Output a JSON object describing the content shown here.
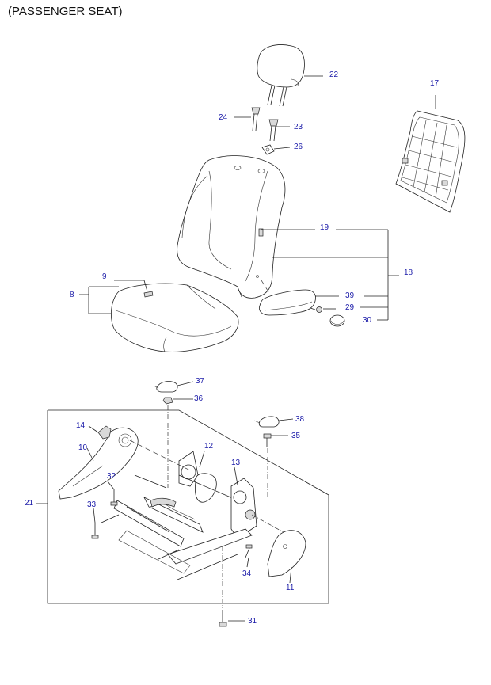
{
  "title": "(PASSENGER SEAT)",
  "callouts": [
    {
      "id": "c8",
      "label": "8"
    },
    {
      "id": "c9",
      "label": "9"
    },
    {
      "id": "c10",
      "label": "10"
    },
    {
      "id": "c11",
      "label": "11"
    },
    {
      "id": "c12",
      "label": "12"
    },
    {
      "id": "c13",
      "label": "13"
    },
    {
      "id": "c14",
      "label": "14"
    },
    {
      "id": "c17",
      "label": "17"
    },
    {
      "id": "c18",
      "label": "18"
    },
    {
      "id": "c19",
      "label": "19"
    },
    {
      "id": "c21",
      "label": "21"
    },
    {
      "id": "c22",
      "label": "22"
    },
    {
      "id": "c23",
      "label": "23"
    },
    {
      "id": "c24",
      "label": "24"
    },
    {
      "id": "c26",
      "label": "26"
    },
    {
      "id": "c29",
      "label": "29"
    },
    {
      "id": "c30",
      "label": "30"
    },
    {
      "id": "c31",
      "label": "31"
    },
    {
      "id": "c32",
      "label": "32"
    },
    {
      "id": "c33",
      "label": "33"
    },
    {
      "id": "c34",
      "label": "34"
    },
    {
      "id": "c35",
      "label": "35"
    },
    {
      "id": "c36",
      "label": "36"
    },
    {
      "id": "c37",
      "label": "37"
    },
    {
      "id": "c38",
      "label": "38"
    },
    {
      "id": "c39",
      "label": "39"
    }
  ]
}
